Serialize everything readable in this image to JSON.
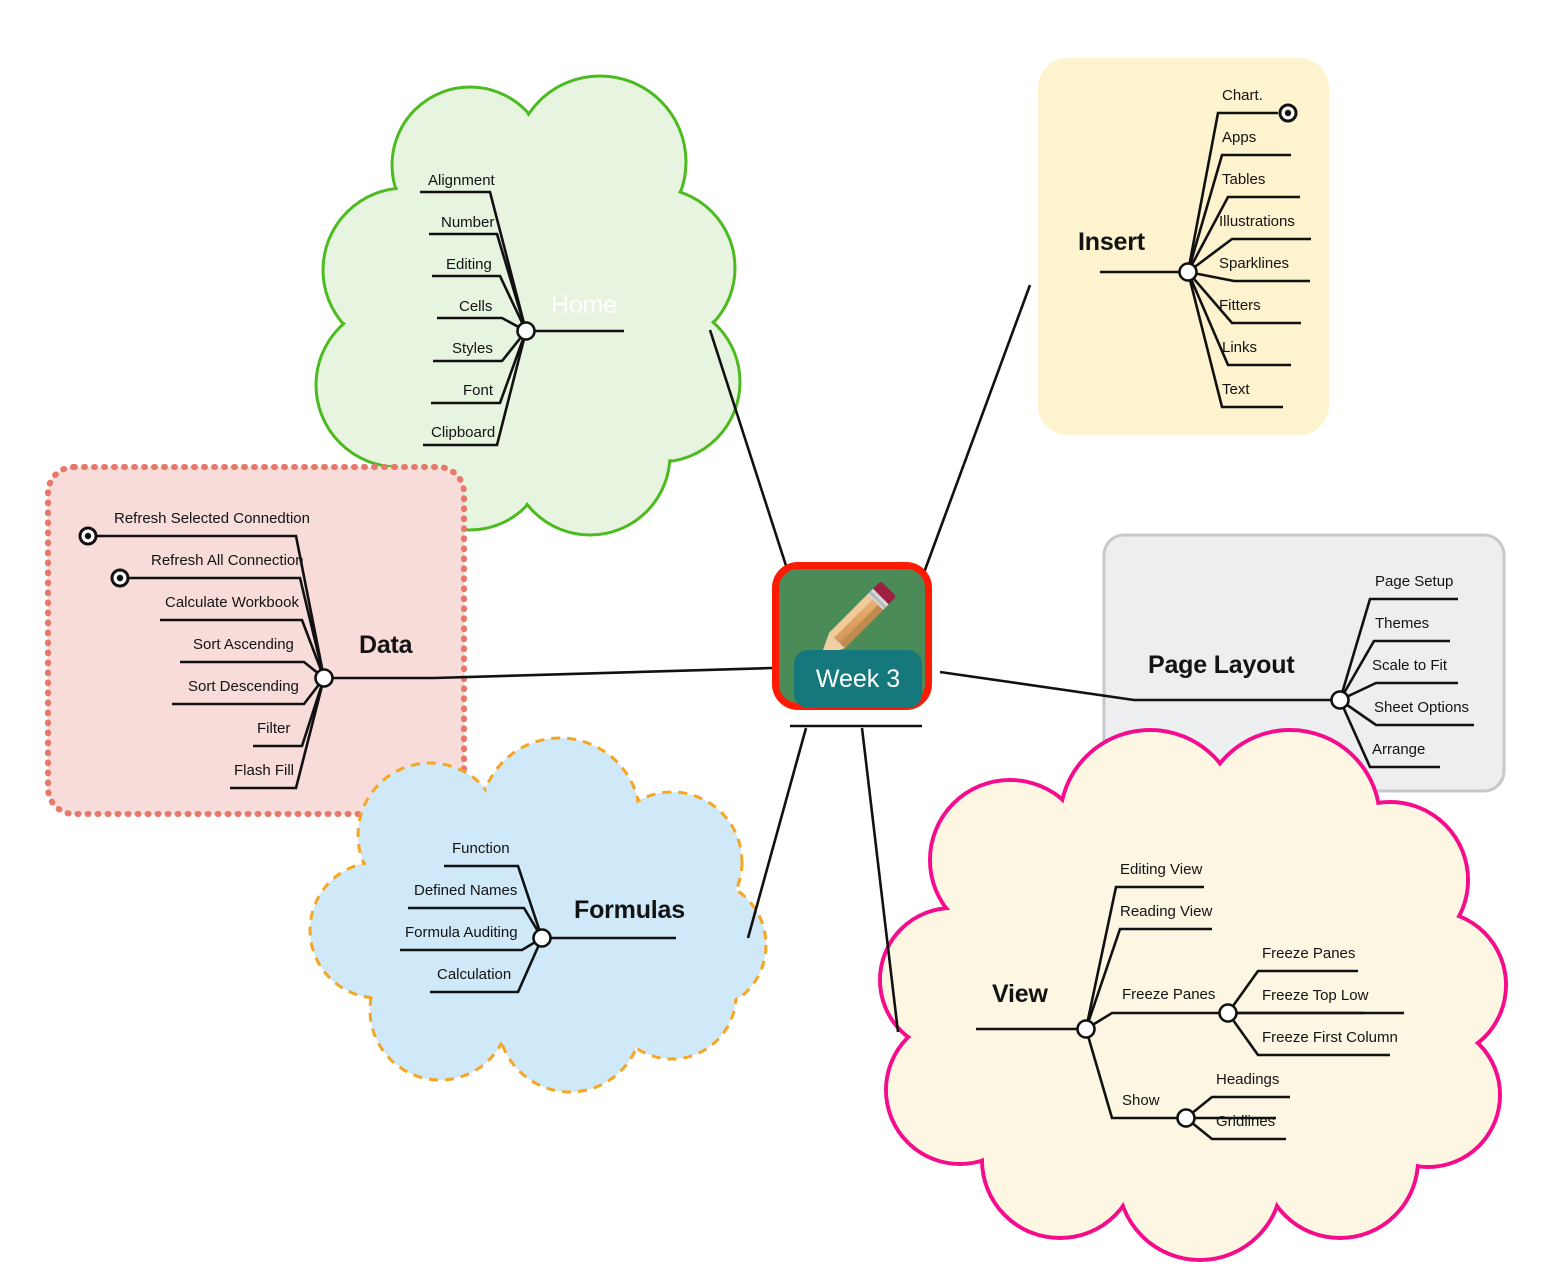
{
  "center": {
    "label": "Week 3",
    "icon": "pencil-icon",
    "card_color": "#4a8b57",
    "border_color": "#ff1a05",
    "badge_color": "#14787c"
  },
  "branches": [
    {
      "id": "home",
      "title": "Home",
      "shape": "cloud",
      "fill": "#e7f5e0",
      "stroke": "#4cbb20",
      "title_color": "#ffffff",
      "children": [
        {
          "label": "Alignment"
        },
        {
          "label": "Number"
        },
        {
          "label": "Editing"
        },
        {
          "label": "Cells"
        },
        {
          "label": "Styles"
        },
        {
          "label": "Font"
        },
        {
          "label": "Clipboard"
        }
      ]
    },
    {
      "id": "insert",
      "title": "Insert",
      "shape": "rounded-rect",
      "fill": "#fdf3ce",
      "stroke": "none",
      "title_color": "#131313",
      "children": [
        {
          "label": "Chart.",
          "marker": "bullseye-icon"
        },
        {
          "label": "Apps"
        },
        {
          "label": "Tables"
        },
        {
          "label": "Illustrations"
        },
        {
          "label": "Sparklines"
        },
        {
          "label": "Fitters"
        },
        {
          "label": "Links"
        },
        {
          "label": "Text"
        }
      ]
    },
    {
      "id": "data",
      "title": "Data",
      "shape": "dotted-rect",
      "fill": "#f7dcd9",
      "stroke": "#e8786a",
      "title_color": "#131313",
      "children": [
        {
          "label": "Refresh Selected Connedtion",
          "marker": "bullseye-icon"
        },
        {
          "label": "Refresh All Connection",
          "marker": "bullseye-icon"
        },
        {
          "label": "Calculate Workbook"
        },
        {
          "label": "Sort Ascending"
        },
        {
          "label": "Sort Descending"
        },
        {
          "label": "Filter"
        },
        {
          "label": "Flash Fill"
        }
      ]
    },
    {
      "id": "formulas",
      "title": "Formulas",
      "shape": "cloud-dashed",
      "fill": "#cfe9f9",
      "stroke": "#f5a623",
      "title_color": "#131313",
      "children": [
        {
          "label": "Function"
        },
        {
          "label": "Defined Names"
        },
        {
          "label": "Formula Auditing"
        },
        {
          "label": "Calculation"
        }
      ]
    },
    {
      "id": "page-layout",
      "title": "Page Layout",
      "shape": "rounded-rect",
      "fill": "#eceef0",
      "stroke": "#c5c9cc",
      "title_color": "#131313",
      "children": [
        {
          "label": "Page Setup"
        },
        {
          "label": "Themes"
        },
        {
          "label": "Scale to Fit"
        },
        {
          "label": "Sheet Options"
        },
        {
          "label": "Arrange"
        }
      ]
    },
    {
      "id": "view",
      "title": "View",
      "shape": "cloud",
      "fill": "#fdf6e3",
      "stroke": "#f50c8c",
      "title_color": "#131313",
      "children": [
        {
          "label": "Editing View"
        },
        {
          "label": "Reading View"
        },
        {
          "label": "Freeze Panes",
          "children": [
            {
              "label": "Freeze Panes"
            },
            {
              "label": "Freeze Top Low"
            },
            {
              "label": "Freeze First Column"
            }
          ]
        },
        {
          "label": "Show",
          "children": [
            {
              "label": "Headings"
            },
            {
              "label": "Gridlines"
            }
          ]
        }
      ]
    }
  ]
}
